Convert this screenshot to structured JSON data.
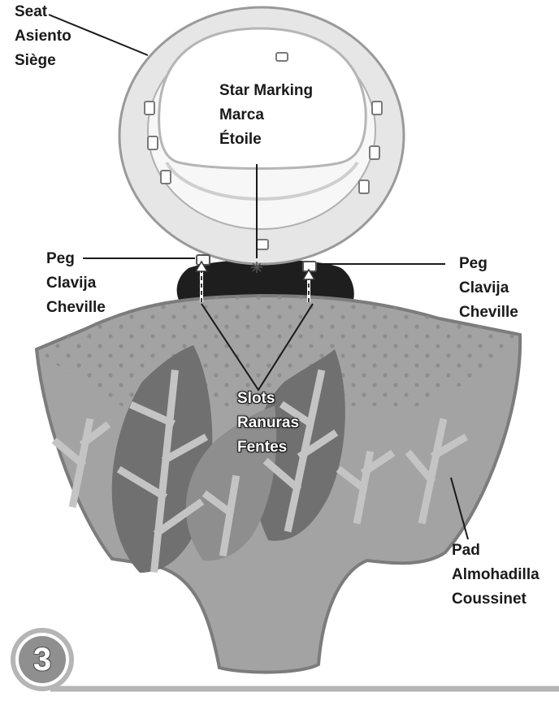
{
  "labels": {
    "seat": [
      "Seat",
      "Asiento",
      "Siège"
    ],
    "star_marking": [
      "Star Marking",
      "Marca",
      "Étoile"
    ],
    "peg_left": [
      "Peg",
      "Clavija",
      "Cheville"
    ],
    "peg_right": [
      "Peg",
      "Clavija",
      "Cheville"
    ],
    "slots": [
      "Slots",
      "Ranuras",
      "Fentes"
    ],
    "pad": [
      "Pad",
      "Almohadilla",
      "Coussinet"
    ]
  },
  "step": {
    "number": "3"
  },
  "colors": {
    "seat_ring": "#e6e6e6",
    "pad_fabric": "#a3a3a3",
    "pad_back": "#1e1e1e",
    "leaf": "#707070",
    "leaf_light": "#8e8e8e",
    "leaf_vein": "#c4c4c4",
    "badge": "#b5b5b5"
  }
}
